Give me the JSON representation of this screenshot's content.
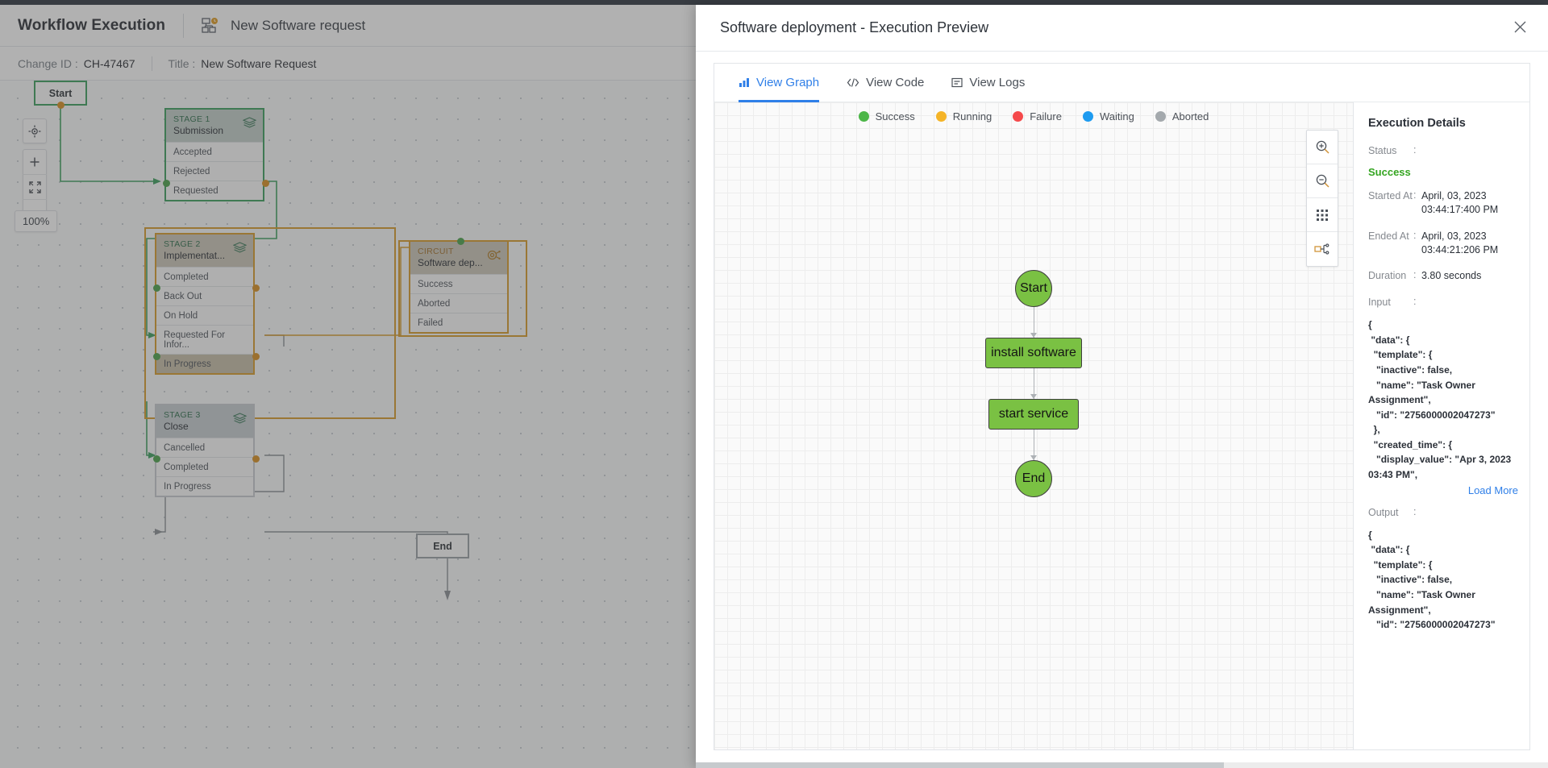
{
  "background": {
    "header": {
      "title": "Workflow Execution",
      "flow_icon": "workflow-icon",
      "subtitle": "New Software request"
    },
    "subbar": {
      "change_id_label": "Change ID :",
      "change_id_value": "CH-47467",
      "title_label": "Title :",
      "title_value": "New Software Request"
    },
    "canvas": {
      "zoom_level": "100%",
      "controls": [
        "target-icon",
        "plus-icon",
        "fit-screen-icon",
        "minus-icon"
      ],
      "start_node": "Start",
      "end_node": "End",
      "stages": [
        {
          "kicker": "STAGE 1",
          "name": "Submission",
          "rows": [
            "Accepted",
            "Rejected",
            "Requested"
          ],
          "highlight_row": null
        },
        {
          "kicker": "STAGE 2",
          "name": "Implementat...",
          "rows": [
            "Completed",
            "Back Out",
            "On Hold",
            "Requested For Infor...",
            "In Progress"
          ],
          "highlight_row": "In Progress"
        },
        {
          "kicker": "STAGE 3",
          "name": "Close",
          "rows": [
            "Cancelled",
            "Completed",
            "In Progress"
          ],
          "highlight_row": null
        }
      ],
      "circuit": {
        "kicker": "CIRCUIT",
        "name": "Software dep...",
        "icon": "circuit-icon",
        "rows": [
          "Success",
          "Aborted",
          "Failed"
        ]
      }
    }
  },
  "panel": {
    "title": "Software deployment - Execution Preview",
    "close_icon": "close-icon",
    "tabs": [
      {
        "label": "View Graph",
        "icon": "bar-chart-icon",
        "active": true
      },
      {
        "label": "View Code",
        "icon": "code-icon",
        "active": false
      },
      {
        "label": "View Logs",
        "icon": "logs-icon",
        "active": false
      }
    ],
    "legend": [
      {
        "label": "Success",
        "color": "#4cb648"
      },
      {
        "label": "Running",
        "color": "#f5b427"
      },
      {
        "label": "Failure",
        "color": "#f5494b"
      },
      {
        "label": "Waiting",
        "color": "#1e9bf0"
      },
      {
        "label": "Aborted",
        "color": "#a4a9ad"
      }
    ],
    "graph_tools": [
      "zoom-in-icon",
      "zoom-out-icon",
      "grid-icon",
      "layout-icon"
    ],
    "graph": {
      "nodes": [
        "Start",
        "install software",
        "start service",
        "End"
      ],
      "node_color": "#7ac143"
    },
    "details": {
      "heading": "Execution Details",
      "status_label": "Status",
      "status_value": "Success",
      "status_color": "#35a521",
      "started_label": "Started At",
      "started_value": "April, 03, 2023 03:44:17:400 PM",
      "ended_label": "Ended At",
      "ended_value": "April, 03, 2023 03:44:21:206 PM",
      "duration_label": "Duration",
      "duration_value": "3.80 seconds",
      "input_label": "Input",
      "input_json": "{\n \"data\": {\n  \"template\": {\n   \"inactive\": false,\n   \"name\": \"Task Owner Assignment\",\n   \"id\": \"2756000002047273\"\n  },\n  \"created_time\": {\n   \"display_value\": \"Apr 3, 2023 03:43 PM\",",
      "load_more_label": "Load More",
      "output_label": "Output",
      "output_json": "{\n \"data\": {\n  \"template\": {\n   \"inactive\": false,\n   \"name\": \"Task Owner Assignment\",\n   \"id\": \"2756000002047273\""
    }
  }
}
